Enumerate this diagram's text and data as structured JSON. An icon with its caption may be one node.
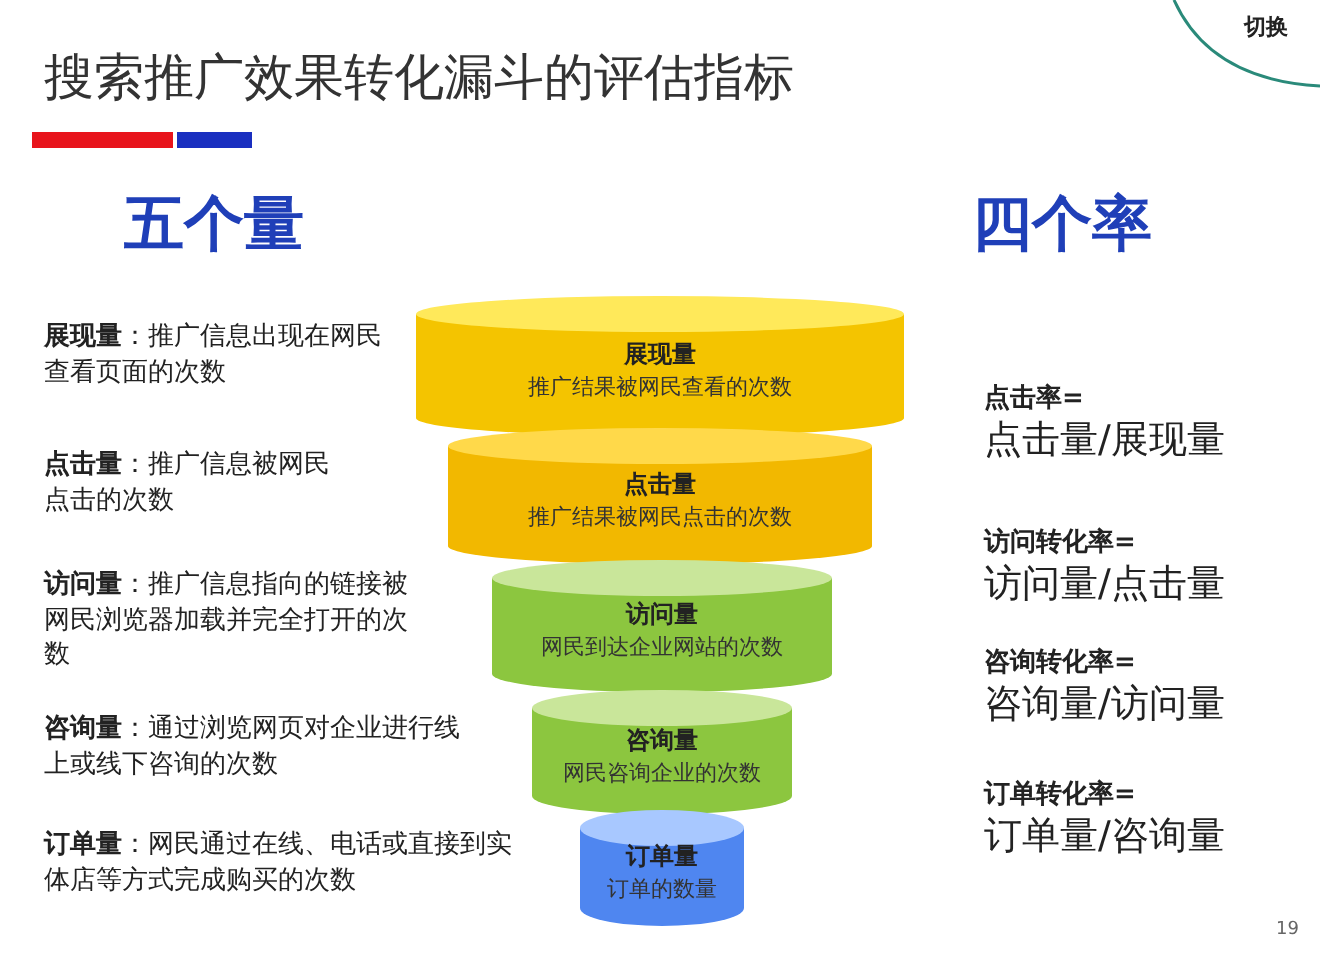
{
  "diagram": {
    "title": "搜索推广效果转化漏斗的评估指标",
    "nodes": [
      {
        "text": [
          "展现量",
          "推广结果被网民查看的次数"
        ]
      },
      {
        "text": [
          "点击量",
          "推广结果被网民点击的次数"
        ]
      },
      {
        "text": [
          "访问量",
          "网民到达企业网站的次数"
        ]
      },
      {
        "text": [
          "咨询量",
          "网民咨询企业的次数"
        ]
      },
      {
        "text": [
          "订单量",
          "订单的数量"
        ]
      }
    ],
    "labels": [
      "五个量",
      "四个率",
      "**展现量**：推广信息出现在网民查看页面的次数",
      "**点击量**：推广信息被网民点击的次数",
      "**访问量**：推广信息指向的链接被网民浏览器加载并完全打开的次数",
      "**咨询量**：通过浏览网页对企业进行线上或线下咨询的次数",
      "**订单量**：网民通过在线、电话或直接到实体店等方式完成购买的次数",
      "点击率=",
      "点击量/展现量",
      "访问转化率=",
      "访问量/点击量",
      "咨询转化率=",
      "咨询量/访问量",
      "订单转化率=",
      "订单量/咨询量",
      "切换",
      "19"
    ]
  }
}
